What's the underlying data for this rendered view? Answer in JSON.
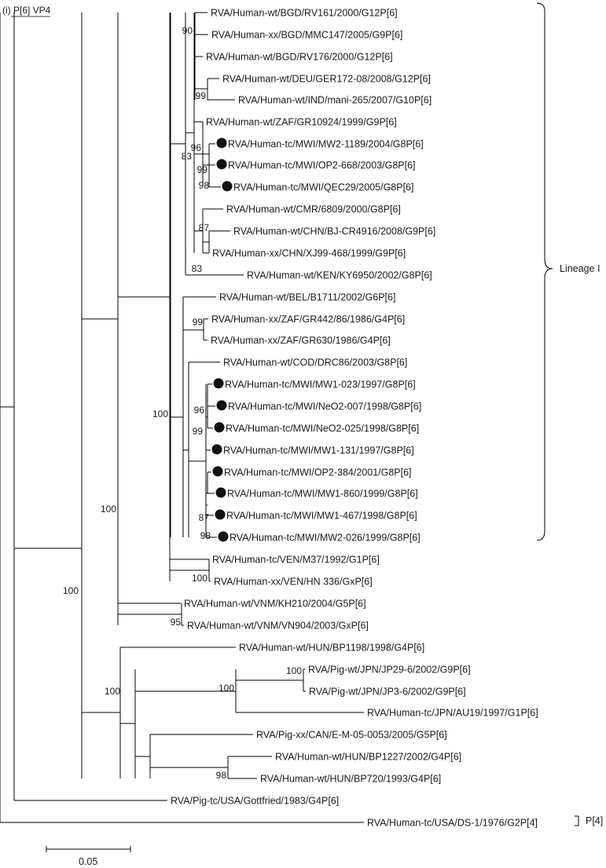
{
  "panel_label": "(i) P[6] VP4",
  "lineage_label": "Lineage I",
  "outgroup_label": "P[4]",
  "scale_label": "0.05",
  "tree": {
    "leaves": [
      {
        "label": "RVA/Human-wt/BGD/RV161/2000/G12P[6]",
        "marked": false
      },
      {
        "label": "RVA/Human-xx/BGD/MMC147/2005/G9P[6]",
        "marked": false
      },
      {
        "label": "RVA/Human-wt/BGD/RV176/2000/G12P[6]",
        "marked": false
      },
      {
        "label": "RVA/Human-wt/DEU/GER172-08/2008/G12P[6]",
        "marked": false
      },
      {
        "label": "RVA/Human-wt/IND/mani-265/2007/G10P[6]",
        "marked": false
      },
      {
        "label": "RVA/Human-wt/ZAF/GR10924/1999/G9P[6]",
        "marked": false
      },
      {
        "label": "RVA/Human-tc/MWI/MW2-1189/2004/G8P[6]",
        "marked": true
      },
      {
        "label": "RVA/Human-tc/MWI/OP2-668/2003/G8P[6]",
        "marked": true
      },
      {
        "label": "RVA/Human-tc/MWI/QEC29/2005/G8P[6]",
        "marked": true
      },
      {
        "label": "RVA/Human-wt/CMR/6809/2000/G8P[6]",
        "marked": false
      },
      {
        "label": "RVA/Human-wt/CHN/BJ-CR4916/2008/G9P[6]",
        "marked": false
      },
      {
        "label": "RVA/Human-xx/CHN/XJ99-468/1999/G9P[6]",
        "marked": false
      },
      {
        "label": "RVA/Human-wt/KEN/KY6950/2002/G8P[6]",
        "marked": false
      },
      {
        "label": "RVA/Human-wt/BEL/B1711/2002/G6P[6]",
        "marked": false
      },
      {
        "label": "RVA/Human-xx/ZAF/GR442/86/1986/G4P[6]",
        "marked": false
      },
      {
        "label": "RVA/Human-xx/ZAF/GR630/1986/G4P[6]",
        "marked": false
      },
      {
        "label": "RVA/Human-wt/COD/DRC86/2003/G8P[6]",
        "marked": false
      },
      {
        "label": "RVA/Human-tc/MWI/MW1-023/1997/G8P[6]",
        "marked": true
      },
      {
        "label": "RVA/Human-tc/MWI/NeO2-007/1998/G8P[6]",
        "marked": true
      },
      {
        "label": "RVA/Human-tc/MWI/NeO2-025/1998/G8P[6]",
        "marked": true
      },
      {
        "label": "RVA/Human-tc/MWI/MW1-131/1997/G8P[6]",
        "marked": true
      },
      {
        "label": "RVA/Human-tc/MWI/OP2-384/2001/G8P[6]",
        "marked": true
      },
      {
        "label": "RVA/Human-tc/MWI/MW1-860/1999/G8P[6]",
        "marked": true
      },
      {
        "label": "RVA/Human-tc/MWI/MW1-467/1998/G8P[6]",
        "marked": true
      },
      {
        "label": "RVA/Human-tc/MWI/MW2-026/1999/G8P[6]",
        "marked": true
      },
      {
        "label": "RVA/Human-tc/VEN/M37/1992/G1P[6]",
        "marked": false
      },
      {
        "label": "RVA/Human-xx/VEN/HN 336/GxP[6]",
        "marked": false
      },
      {
        "label": "RVA/Human-wt/VNM/KH210/2004/G5P[6]",
        "marked": false
      },
      {
        "label": "RVA/Human-wt/VNM/VN904/2003/GxP[6]",
        "marked": false
      },
      {
        "label": "RVA/Human-wt/HUN/BP1198/1998/G4P[6]",
        "marked": false
      },
      {
        "label": "RVA/Pig-wt/JPN/JP29-6/2002/G9P[6]",
        "marked": false
      },
      {
        "label": "RVA/Pig-wt/JPN/JP3-6/2002/G9P[6]",
        "marked": false
      },
      {
        "label": "RVA/Human-tc/JPN/AU19/1997/G1P[6]",
        "marked": false
      },
      {
        "label": "RVA/Pig-xx/CAN/E-M-05-0053/2005/G5P[6]",
        "marked": false
      },
      {
        "label": "RVA/Human-wt/HUN/BP1227/2002/G4P[6]",
        "marked": false
      },
      {
        "label": "RVA/Human-wt/HUN/BP720/1993/G4P[6]",
        "marked": false
      },
      {
        "label": "RVA/Pig-tc/USA/Gottfried/1983/G4P[6]",
        "marked": false
      },
      {
        "label": "RVA/Human-tc/USA/DS-1/1976/G2P[4]",
        "marked": false
      }
    ],
    "bootstrap": [
      "90",
      "99",
      "96",
      "83",
      "99",
      "98",
      "87",
      "83",
      "99",
      "96",
      "99",
      "87",
      "98",
      "100",
      "100",
      "100",
      "95",
      "100",
      "100",
      "100",
      "98",
      "100"
    ]
  }
}
